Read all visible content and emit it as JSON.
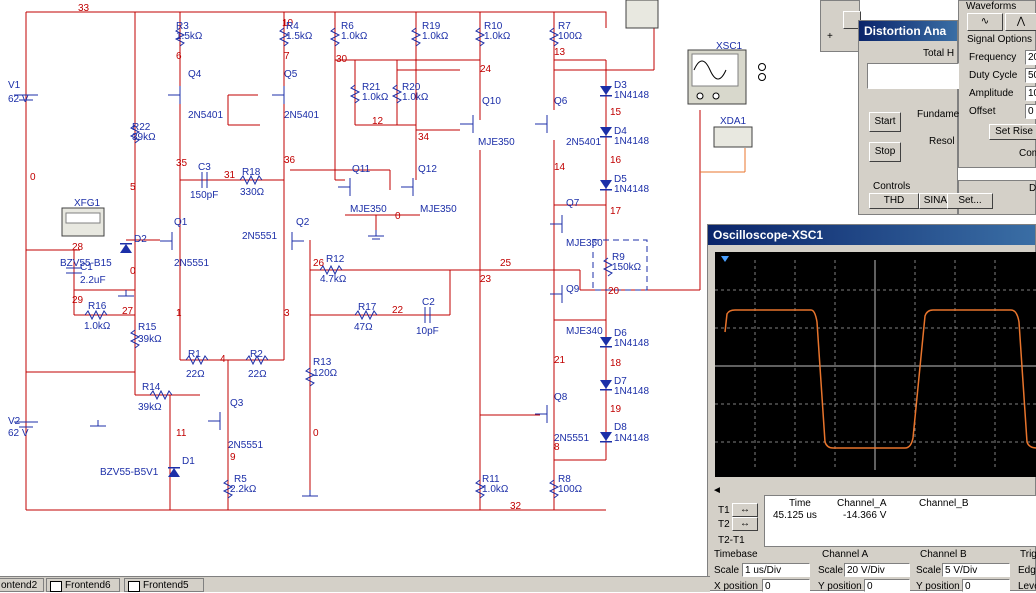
{
  "schematic": {
    "components": [
      {
        "id": "V1",
        "label": "V1"
      },
      {
        "id": "V1v",
        "label": "62 V"
      },
      {
        "id": "V2",
        "label": "V2"
      },
      {
        "id": "V2v",
        "label": "62 V"
      },
      {
        "id": "R3",
        "label": "R3"
      },
      {
        "id": "R3v",
        "label": "1.5kΩ"
      },
      {
        "id": "R4",
        "label": "R4"
      },
      {
        "id": "R4v",
        "label": "1.5kΩ"
      },
      {
        "id": "R6",
        "label": "R6"
      },
      {
        "id": "R6v",
        "label": "1.0kΩ"
      },
      {
        "id": "R19",
        "label": "R19"
      },
      {
        "id": "R19v",
        "label": "1.0kΩ"
      },
      {
        "id": "R10",
        "label": "R10"
      },
      {
        "id": "R10v",
        "label": "1.0kΩ"
      },
      {
        "id": "R7",
        "label": "R7"
      },
      {
        "id": "R7v",
        "label": "100Ω"
      },
      {
        "id": "Q4",
        "label": "Q4"
      },
      {
        "id": "Q4t",
        "label": "2N5401"
      },
      {
        "id": "Q5",
        "label": "Q5"
      },
      {
        "id": "Q5t",
        "label": "2N5401"
      },
      {
        "id": "R21",
        "label": "R21"
      },
      {
        "id": "R21v",
        "label": "1.0kΩ"
      },
      {
        "id": "R20",
        "label": "R20"
      },
      {
        "id": "R20v",
        "label": "1.0kΩ"
      },
      {
        "id": "Q10",
        "label": "Q10"
      },
      {
        "id": "Q10t",
        "label": "MJE350"
      },
      {
        "id": "Q6",
        "label": "Q6"
      },
      {
        "id": "Q6t",
        "label": "2N5401"
      },
      {
        "id": "D3",
        "label": "D3"
      },
      {
        "id": "D3t",
        "label": "1N4148"
      },
      {
        "id": "D4",
        "label": "D4"
      },
      {
        "id": "D4t",
        "label": "1N4148"
      },
      {
        "id": "D5",
        "label": "D5"
      },
      {
        "id": "D5t",
        "label": "1N4148"
      },
      {
        "id": "R22",
        "label": "R22"
      },
      {
        "id": "R22v",
        "label": "39kΩ"
      },
      {
        "id": "C3",
        "label": "C3"
      },
      {
        "id": "C3v",
        "label": "150pF"
      },
      {
        "id": "R18",
        "label": "R18"
      },
      {
        "id": "R18v",
        "label": "330Ω"
      },
      {
        "id": "Q11",
        "label": "Q11"
      },
      {
        "id": "Q11t",
        "label": "MJE350"
      },
      {
        "id": "Q12",
        "label": "Q12"
      },
      {
        "id": "Q12t",
        "label": "MJE350"
      },
      {
        "id": "Q7",
        "label": "Q7"
      },
      {
        "id": "Q7t",
        "label": "MJE350"
      },
      {
        "id": "XFG1",
        "label": "XFG1"
      },
      {
        "id": "D2",
        "label": "D2"
      },
      {
        "id": "D2t",
        "label": "BZV55-B15"
      },
      {
        "id": "Q1",
        "label": "Q1"
      },
      {
        "id": "Q1t",
        "label": "2N5551"
      },
      {
        "id": "Q2",
        "label": "Q2"
      },
      {
        "id": "Q2t",
        "label": "2N5551"
      },
      {
        "id": "R9",
        "label": "R9"
      },
      {
        "id": "R9v",
        "label": "150kΩ"
      },
      {
        "id": "C1",
        "label": "C1"
      },
      {
        "id": "C1v",
        "label": "2.2uF"
      },
      {
        "id": "R12",
        "label": "R12"
      },
      {
        "id": "R12v",
        "label": "4.7kΩ"
      },
      {
        "id": "Q9",
        "label": "Q9"
      },
      {
        "id": "Q9t",
        "label": "MJE340"
      },
      {
        "id": "R16",
        "label": "R16"
      },
      {
        "id": "R16v",
        "label": "1.0kΩ"
      },
      {
        "id": "R15",
        "label": "R15"
      },
      {
        "id": "R15v",
        "label": "39kΩ"
      },
      {
        "id": "R17",
        "label": "R17"
      },
      {
        "id": "R17v",
        "label": "47Ω"
      },
      {
        "id": "C2",
        "label": "C2"
      },
      {
        "id": "C2v",
        "label": "10pF"
      },
      {
        "id": "D6",
        "label": "D6"
      },
      {
        "id": "D6t",
        "label": "1N4148"
      },
      {
        "id": "R1",
        "label": "R1"
      },
      {
        "id": "R1v",
        "label": "22Ω"
      },
      {
        "id": "R2",
        "label": "R2"
      },
      {
        "id": "R2v",
        "label": "22Ω"
      },
      {
        "id": "R13",
        "label": "R13"
      },
      {
        "id": "R13v",
        "label": "120Ω"
      },
      {
        "id": "D7",
        "label": "D7"
      },
      {
        "id": "D7t",
        "label": "1N4148"
      },
      {
        "id": "R14",
        "label": "R14"
      },
      {
        "id": "R14v",
        "label": "39kΩ"
      },
      {
        "id": "Q3",
        "label": "Q3"
      },
      {
        "id": "Q3t",
        "label": "2N5551"
      },
      {
        "id": "Q8",
        "label": "Q8"
      },
      {
        "id": "Q8t",
        "label": "2N5551"
      },
      {
        "id": "D8",
        "label": "D8"
      },
      {
        "id": "D8t",
        "label": "1N4148"
      },
      {
        "id": "D1",
        "label": "D1"
      },
      {
        "id": "D1t",
        "label": "BZV55-B5V1"
      },
      {
        "id": "R5",
        "label": "R5"
      },
      {
        "id": "R5v",
        "label": "2.2kΩ"
      },
      {
        "id": "R11",
        "label": "R11"
      },
      {
        "id": "R11v",
        "label": "1.0kΩ"
      },
      {
        "id": "R8",
        "label": "R8"
      },
      {
        "id": "R8v",
        "label": "100Ω"
      },
      {
        "id": "XSC1",
        "label": "XSC1"
      },
      {
        "id": "XDA1",
        "label": "XDA1"
      }
    ],
    "nets": [
      "33",
      "6",
      "7",
      "30",
      "12",
      "24",
      "13",
      "15",
      "16",
      "17",
      "34",
      "35",
      "36",
      "31",
      "0",
      "5",
      "28",
      "29",
      "27",
      "26",
      "25",
      "23",
      "20",
      "22",
      "1",
      "3",
      "4",
      "21",
      "18",
      "19",
      "11",
      "9",
      "8",
      "32",
      "14",
      "10",
      "0",
      "0",
      "0"
    ]
  },
  "distortion": {
    "title": "Distortion Ana",
    "total_label": "Total H",
    "fundamental_label": "Fundame",
    "resolution_label": "Resol",
    "start_button": "Start",
    "stop_button": "Stop",
    "controls_label": "Controls",
    "thd_button": "THD",
    "sinad_button": "SINAD",
    "set_button": "Set...",
    "d_label": "D"
  },
  "funcgen": {
    "waveforms_label": "Waveforms",
    "signal_options_label": "Signal Options",
    "frequency_label": "Frequency",
    "frequency_value": "20",
    "duty_label": "Duty Cycle",
    "duty_value": "50",
    "amplitude_label": "Amplitude",
    "amplitude_value": "10",
    "offset_label": "Offset",
    "offset_value": "0",
    "set_rise_button": "Set Rise",
    "com_label": "Com"
  },
  "oscilloscope": {
    "title": "Oscilloscope-XSC1",
    "t1": "T1",
    "t2": "T2",
    "t2t1": "T2-T1",
    "time_header": "Time",
    "cha_header": "Channel_A",
    "chb_header": "Channel_B",
    "time_value": "45.125 us",
    "cha_value": "-14.366 V",
    "timebase_label": "Timebase",
    "channel_a_label": "Channel A",
    "channel_b_label": "Channel B",
    "trig_label": "Trig",
    "scale_label": "Scale",
    "tb_scale_value": "1 us/Div",
    "cha_scale_value": "20  V/Div",
    "chb_scale_value": "5  V/Div",
    "xpos_label": "X position",
    "xpos_value": "0",
    "ypos_label": "Y position",
    "ypos_a_value": "0",
    "ypos_b_value": "0",
    "edge_label": "Edge",
    "level_label": "Leve",
    "trace_color": "#e8742c"
  },
  "tabs": [
    {
      "label": "ontend2"
    },
    {
      "label": "Frontend6"
    },
    {
      "label": "Frontend5"
    }
  ]
}
